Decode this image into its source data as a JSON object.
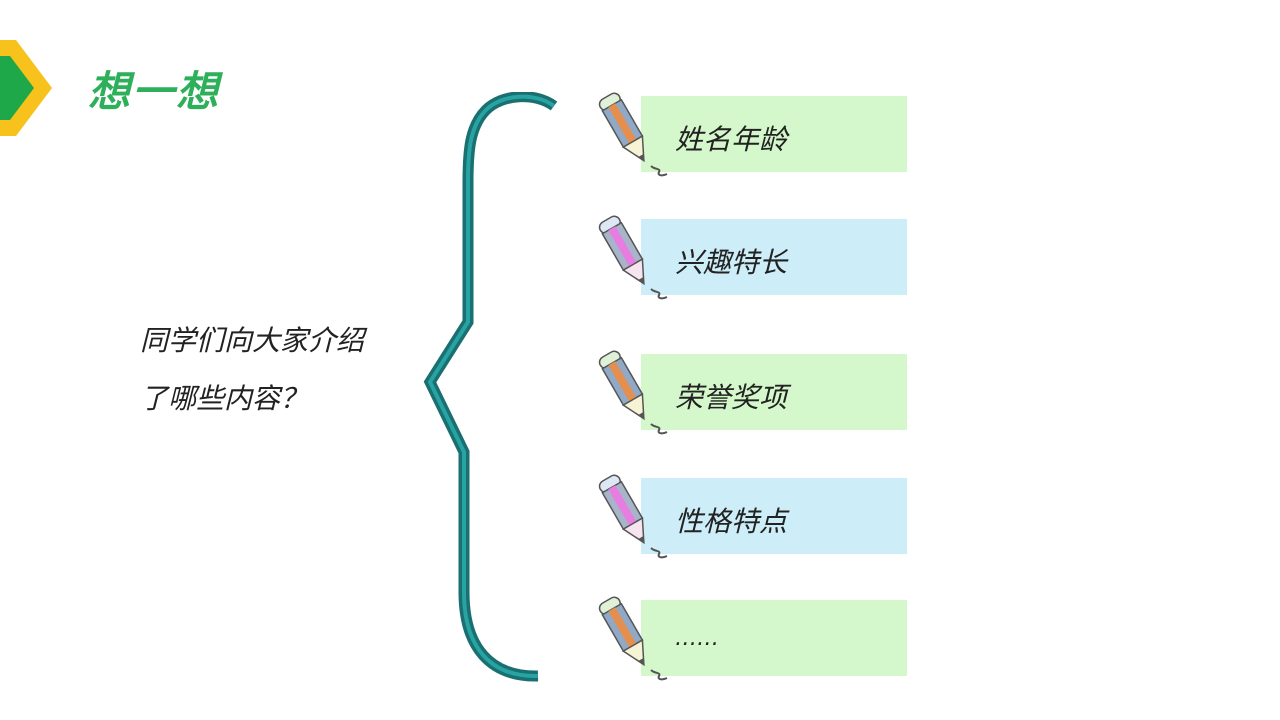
{
  "header": {
    "title": "想一想"
  },
  "question": {
    "line1": "同学们向大家介绍",
    "line2": "了哪些内容？"
  },
  "items": [
    {
      "label": "姓名年龄",
      "color": "#d4f7cb"
    },
    {
      "label": "兴趣特长",
      "color": "#cdeef8"
    },
    {
      "label": "荣誉奖项",
      "color": "#d4f7cb"
    },
    {
      "label": "性格特点",
      "color": "#cdeef8"
    },
    {
      "label": "……",
      "color": "#d4f7cb"
    }
  ],
  "colors": {
    "accent": "#2eaf5a",
    "arrow_outer": "#f7c21c",
    "arrow_inner": "#1fa84a",
    "brace": "#1f8a8a"
  },
  "icons": [
    "arrow-icon",
    "curly-brace-icon",
    "pencil-icon"
  ]
}
